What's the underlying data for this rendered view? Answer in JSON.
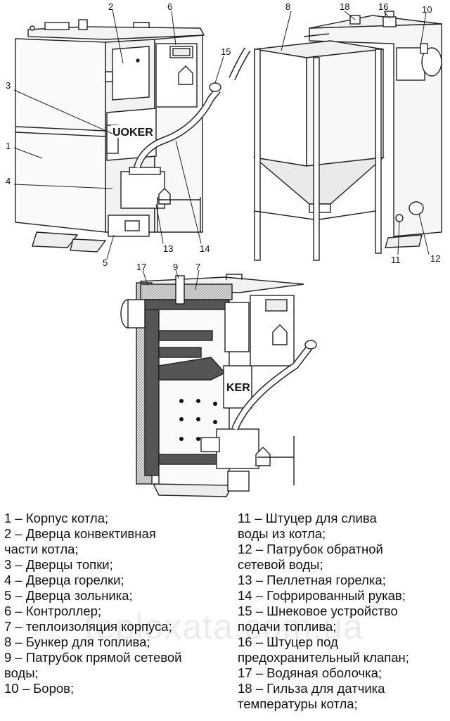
{
  "callouts": {
    "c1": "1",
    "c2": "2",
    "c3": "3",
    "c4": "4",
    "c5": "5",
    "c6": "6",
    "c7": "7",
    "c8": "8",
    "c9": "9",
    "c10": "10",
    "c11": "11",
    "c12": "12",
    "c13": "13",
    "c14": "14",
    "c15": "15",
    "c16": "16",
    "c17": "17",
    "c18": "18"
  },
  "brand_plate_top": "UOKER",
  "brand_plate_bottom": "KER",
  "legend": {
    "left": [
      "1 – Корпус котла;",
      "2 – Дверца конвективная",
      "части котла;",
      "3 – Дверцы топки;",
      "4 – Дверца горелки;",
      "5 – Дверца зольника;",
      "6 – Контроллер;",
      "7 – теплоизоляция корпуса;",
      "8 – Бункер для топлива;",
      "9 – Патрубок прямой сетевой",
      "воды;",
      "10 – Боров;"
    ],
    "right": [
      "11 – Штуцер для слива",
      "воды из котла;",
      "12 – Патрубок обратной",
      "сетевой воды;",
      "13 – Пеллетная горелка;",
      "14 – Гофрированный рукав;",
      "15 – Шнековое устройство",
      "подачи топлива;",
      "16 – Штуцер под",
      "предохранительный клапан;",
      "17 – Водяная оболочка;",
      "18 – Гильза для датчика",
      "температуры котла;"
    ]
  },
  "watermark": "teploxata.com.ua"
}
